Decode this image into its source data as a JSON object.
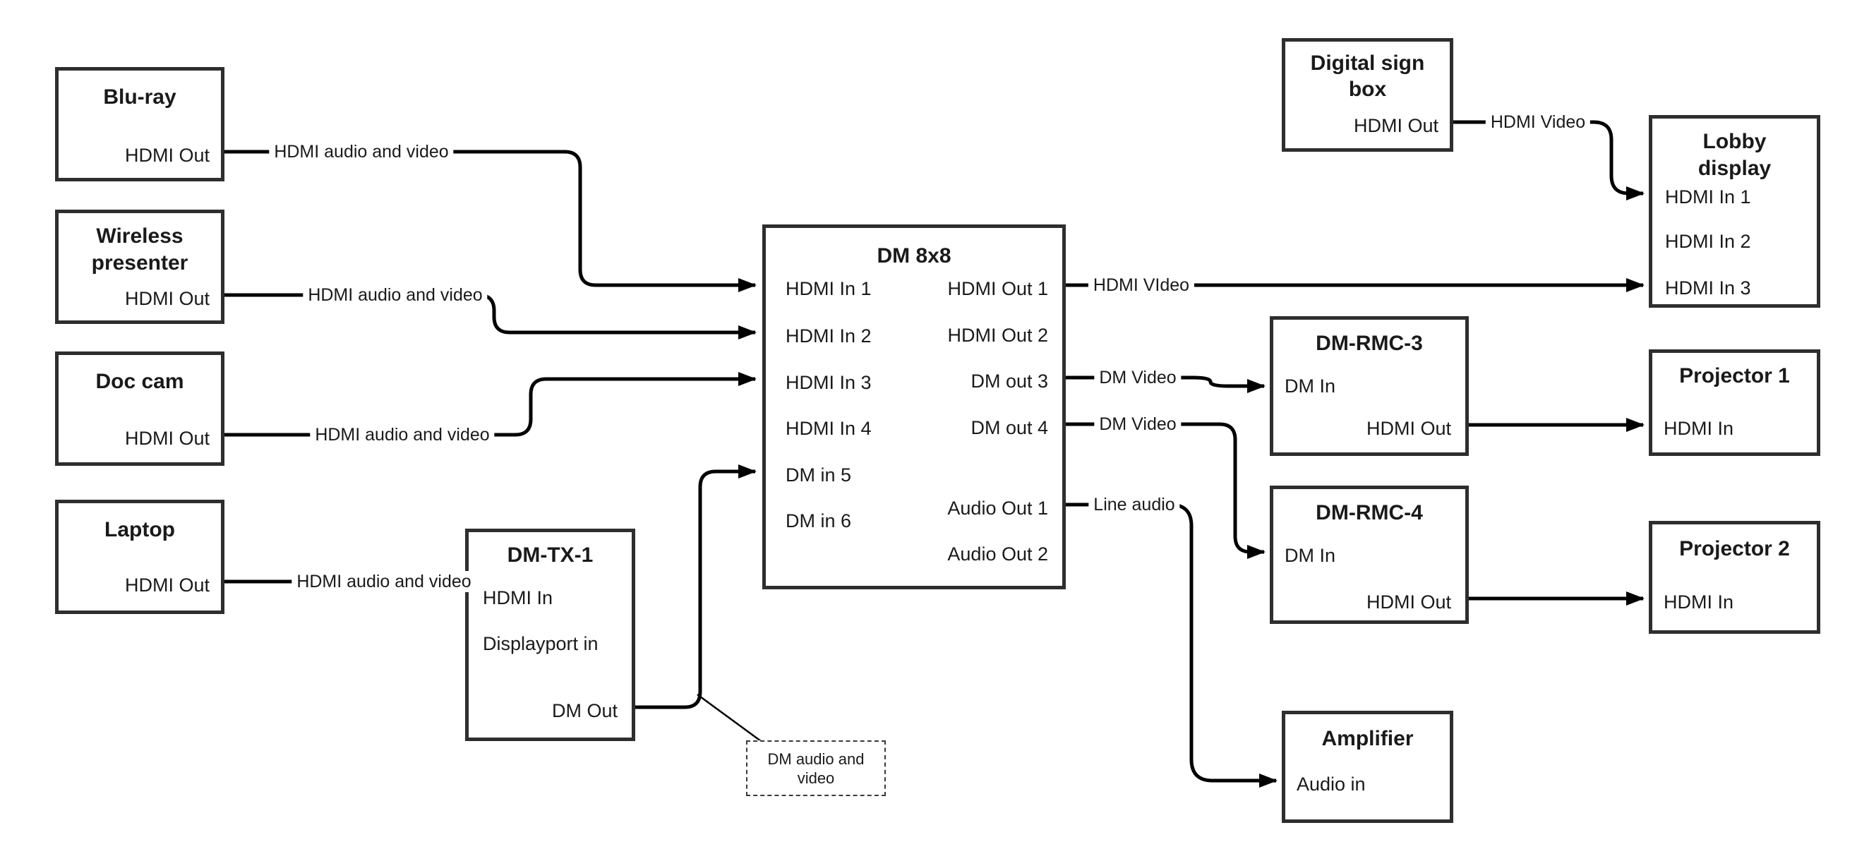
{
  "diagram": {
    "colors": {
      "background": "#ffffff",
      "box_border": "#2e2e2e",
      "wire": "#000000",
      "text": "#1a1a1a"
    },
    "nodes": {
      "bluray": {
        "title": "Blu-ray",
        "port_hdmi_out": "HDMI Out"
      },
      "wireless": {
        "title": "Wireless presenter",
        "port_hdmi_out": "HDMI Out"
      },
      "doccam": {
        "title": "Doc cam",
        "port_hdmi_out": "HDMI Out"
      },
      "laptop": {
        "title": "Laptop",
        "port_hdmi_out": "HDMI Out"
      },
      "dmtx1": {
        "title": "DM-TX-1",
        "ports": [
          "HDMI In",
          "Displayport in",
          "DM Out"
        ]
      },
      "dm8x8": {
        "title": "DM 8x8",
        "left_ports": [
          "HDMI In 1",
          "HDMI In 2",
          "HDMI In 3",
          "HDMI In 4",
          "DM in 5",
          "DM in 6"
        ],
        "right_ports": [
          "HDMI Out 1",
          "HDMI Out 2",
          "DM out 3",
          "DM out 4",
          "Audio Out 1",
          "Audio Out 2"
        ]
      },
      "signbox": {
        "title": "Digital sign box",
        "port_hdmi_out": "HDMI Out"
      },
      "lobby": {
        "title": "Lobby display",
        "ports": [
          "HDMI In 1",
          "HDMI In 2",
          "HDMI In 3"
        ]
      },
      "rmc3": {
        "title": "DM-RMC-3",
        "port_dm_in": "DM In",
        "port_hdmi_out": "HDMI Out"
      },
      "proj1": {
        "title": "Projector 1",
        "port_hdmi_in": "HDMI In"
      },
      "rmc4": {
        "title": "DM-RMC-4",
        "port_dm_in": "DM In",
        "port_hdmi_out": "HDMI Out"
      },
      "proj2": {
        "title": "Projector 2",
        "port_hdmi_in": "HDMI In"
      },
      "amp": {
        "title": "Amplifier",
        "port_audio_in": "Audio in"
      }
    },
    "wire_labels": {
      "bluray_wire": "HDMI audio and video",
      "wireless_wire": "HDMI audio and video",
      "doccam_wire": "HDMI audio and video",
      "laptop_wire": "HDMI audio and video",
      "hdmi_out1_wire": "HDMI VIdeo",
      "dm_out3_wire": "DM Video",
      "dm_out4_wire": "DM Video",
      "audio_out1_wire": "Line audio",
      "signbox_wire": "HDMI Video",
      "callout": "DM audio and video"
    }
  }
}
